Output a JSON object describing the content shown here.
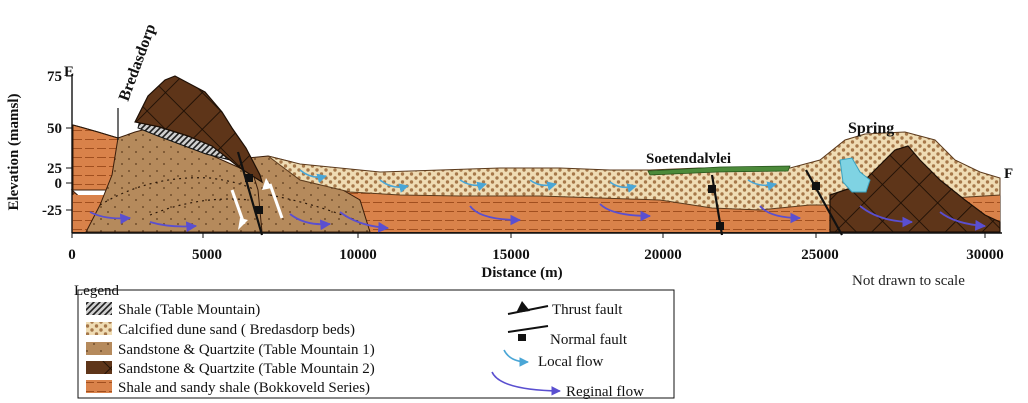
{
  "section": {
    "end_left": "E",
    "end_right": "F",
    "place_labels": {
      "bredasdorp": "Bredasdorp",
      "spring": "Spring",
      "soetendalvlei": "Soetendalvlei"
    },
    "y_axis": {
      "label": "Elevation (mamsl)",
      "ticks": [
        "75",
        "50",
        "25",
        "0",
        "-25"
      ]
    },
    "x_axis": {
      "label": "Distance (m)",
      "ticks": [
        "0",
        "5000",
        "10000",
        "15000",
        "20000",
        "25000",
        "30000"
      ]
    },
    "note": "Not drawn to scale"
  },
  "legend": {
    "title": "Legend",
    "units": [
      {
        "label": "Shale (Table Mountain)",
        "color": "#2b2b2b"
      },
      {
        "label": "Calcified dune sand ( Bredasdorp beds)",
        "color": "#e7cfa2"
      },
      {
        "label": "Sandstone & Quartzite (Table Mountain 1)",
        "color": "#b58a5c"
      },
      {
        "label": "Sandstone & Quartzite (Table Mountain 2)",
        "color": "#5a3418"
      },
      {
        "label": "Shale and sandy shale (Bokkoveld Series)",
        "color": "#d9824a"
      }
    ],
    "symbols": [
      {
        "label": "Thrust fault"
      },
      {
        "label": "Normal fault"
      },
      {
        "label": "Local flow",
        "color": "#4aa6d6"
      },
      {
        "label": "Reginal flow",
        "color": "#5a4fd0"
      }
    ]
  }
}
